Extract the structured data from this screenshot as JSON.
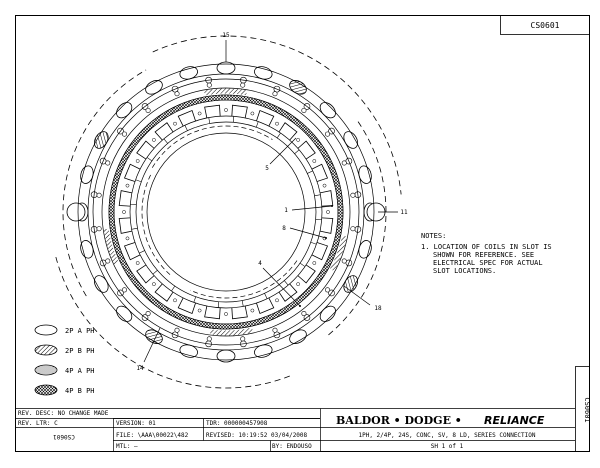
{
  "drawing_number": "CS0601",
  "side_tab": "CS0601",
  "callouts": {
    "c15": "15",
    "c5": "5",
    "c1": "1",
    "c11": "11",
    "c8": "8",
    "c4": "4",
    "c18": "18",
    "c14": "14"
  },
  "notes": {
    "heading": "NOTES:",
    "lines": [
      "1. LOCATION OF COILS IN SLOT IS",
      "SHOWN FOR REFERENCE.  SEE",
      "ELECTRICAL SPEC FOR ACTUAL",
      "SLOT LOCATIONS."
    ]
  },
  "legend": [
    {
      "label": "2P A PH",
      "pattern": "blank"
    },
    {
      "label": "2P B PH",
      "pattern": "hatch"
    },
    {
      "label": "4P A PH",
      "pattern": "dots"
    },
    {
      "label": "4P B PH",
      "pattern": "cross"
    }
  ],
  "title_block": {
    "rev_desc": "REV. DESC:  NO CHANGE MADE",
    "rev_ltr": "REV. LTR:  C",
    "rev_ltr_mirror": "CS0601",
    "version": "VERSION: 01",
    "file": "FILE: \\AAA\\00022\\482",
    "mtl": "MTL: –",
    "tdr": "TDR: 000000457908",
    "revised": "REVISED: 10:19:52  03/04/2008",
    "by": "BY: ENDOUSO",
    "brand_a": "BALDOR • DODGE •",
    "brand_b": "RELIANCE",
    "desc": "1PH, 2/4P, 24S, CONC, SV, 8 LD, SERIES CONNECTION",
    "sheet": "SH 1 of 1"
  }
}
